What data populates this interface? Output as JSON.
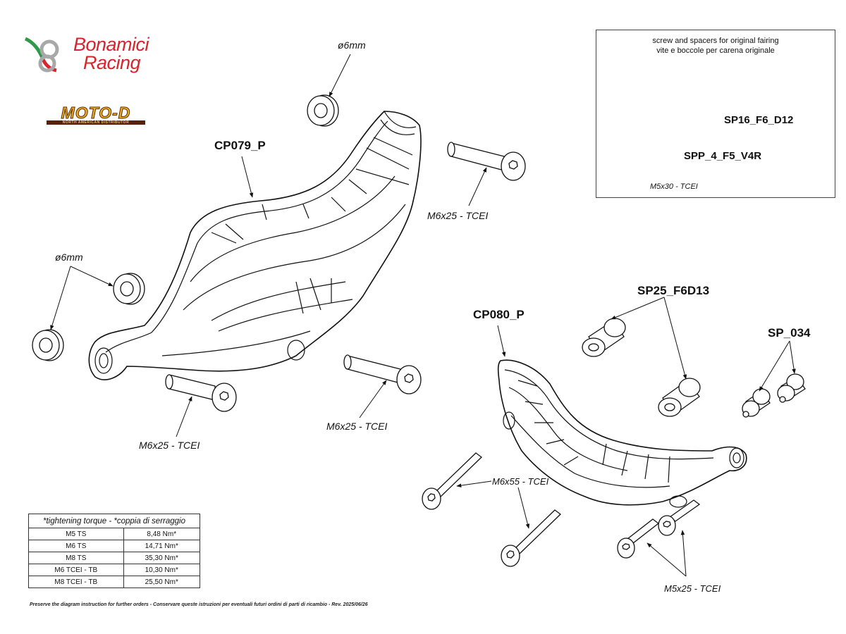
{
  "brand": {
    "bonamici_line1": "Bonamici",
    "bonamici_line2": "Racing",
    "motod": "MOTO-D",
    "motod_sub": "NORTH AMERICAN DISTRIBUTOR",
    "colors": {
      "bonamici_red": "#d9232d",
      "bonamici_green": "#2e9a48",
      "motod_gold": "#f2b01e"
    }
  },
  "labels": {
    "cp079": "CP079_P",
    "cp080": "CP080_P",
    "sp25": "SP25_F6D13",
    "sp034": "SP_034",
    "washer_top": "ø6mm",
    "washer_left": "ø6mm",
    "m6x25_a": "M6x25 - TCEI",
    "m6x25_b": "M6x25 - TCEI",
    "m6x25_c": "M6x25 - TCEI",
    "m6x55": "M6x55 - TCEI",
    "m5x25": "M5x25 - TCEI"
  },
  "inset": {
    "title_line1": "screw and spacers for original fairing",
    "title_line2": "vite e boccole per carena originale",
    "sp16": "SP16_F6_D12",
    "spp4": "SPP_4_F5_V4R",
    "m5x30": "M5x30 - TCEI"
  },
  "torque_table": {
    "header": "*tightening torque - *coppia di serraggio",
    "rows": [
      {
        "name": "M5 TS",
        "value": "8,48 Nm*"
      },
      {
        "name": "M6 TS",
        "value": "14,71 Nm*"
      },
      {
        "name": "M8 TS",
        "value": "35,30 Nm*"
      },
      {
        "name": "M6 TCEI - TB",
        "value": "10,30 Nm*"
      },
      {
        "name": "M8 TCEI - TB",
        "value": "25,50 Nm*"
      }
    ]
  },
  "footer": "Preserve the diagram instruction for further orders - Conservare queste istruzioni per eventuali futuri ordini di parti di ricambio - Rev. 2025/06/26"
}
